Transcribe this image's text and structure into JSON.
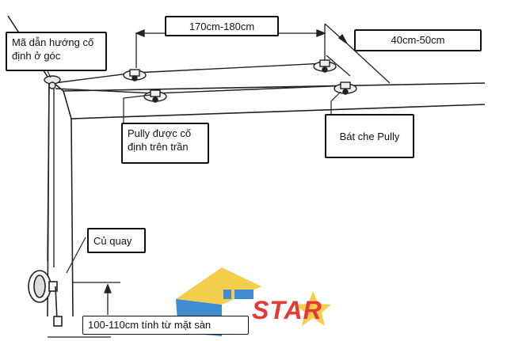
{
  "labels": {
    "corner_guide": "Mã dẫn hướng cố định ở góc",
    "span": "170cm-180cm",
    "offset": "40cm-50cm",
    "pulley_fixed": "Pully được cố định trên trần",
    "pulley_cover": "Bát che Pully",
    "crank": "Củ quay",
    "height_from_floor": "100-110cm tính từ mặt sàn"
  },
  "watermark": {
    "brand": "STAR",
    "colors": {
      "yellow": "#f3c52d",
      "blue": "#1f78c8",
      "red": "#e53935"
    }
  }
}
